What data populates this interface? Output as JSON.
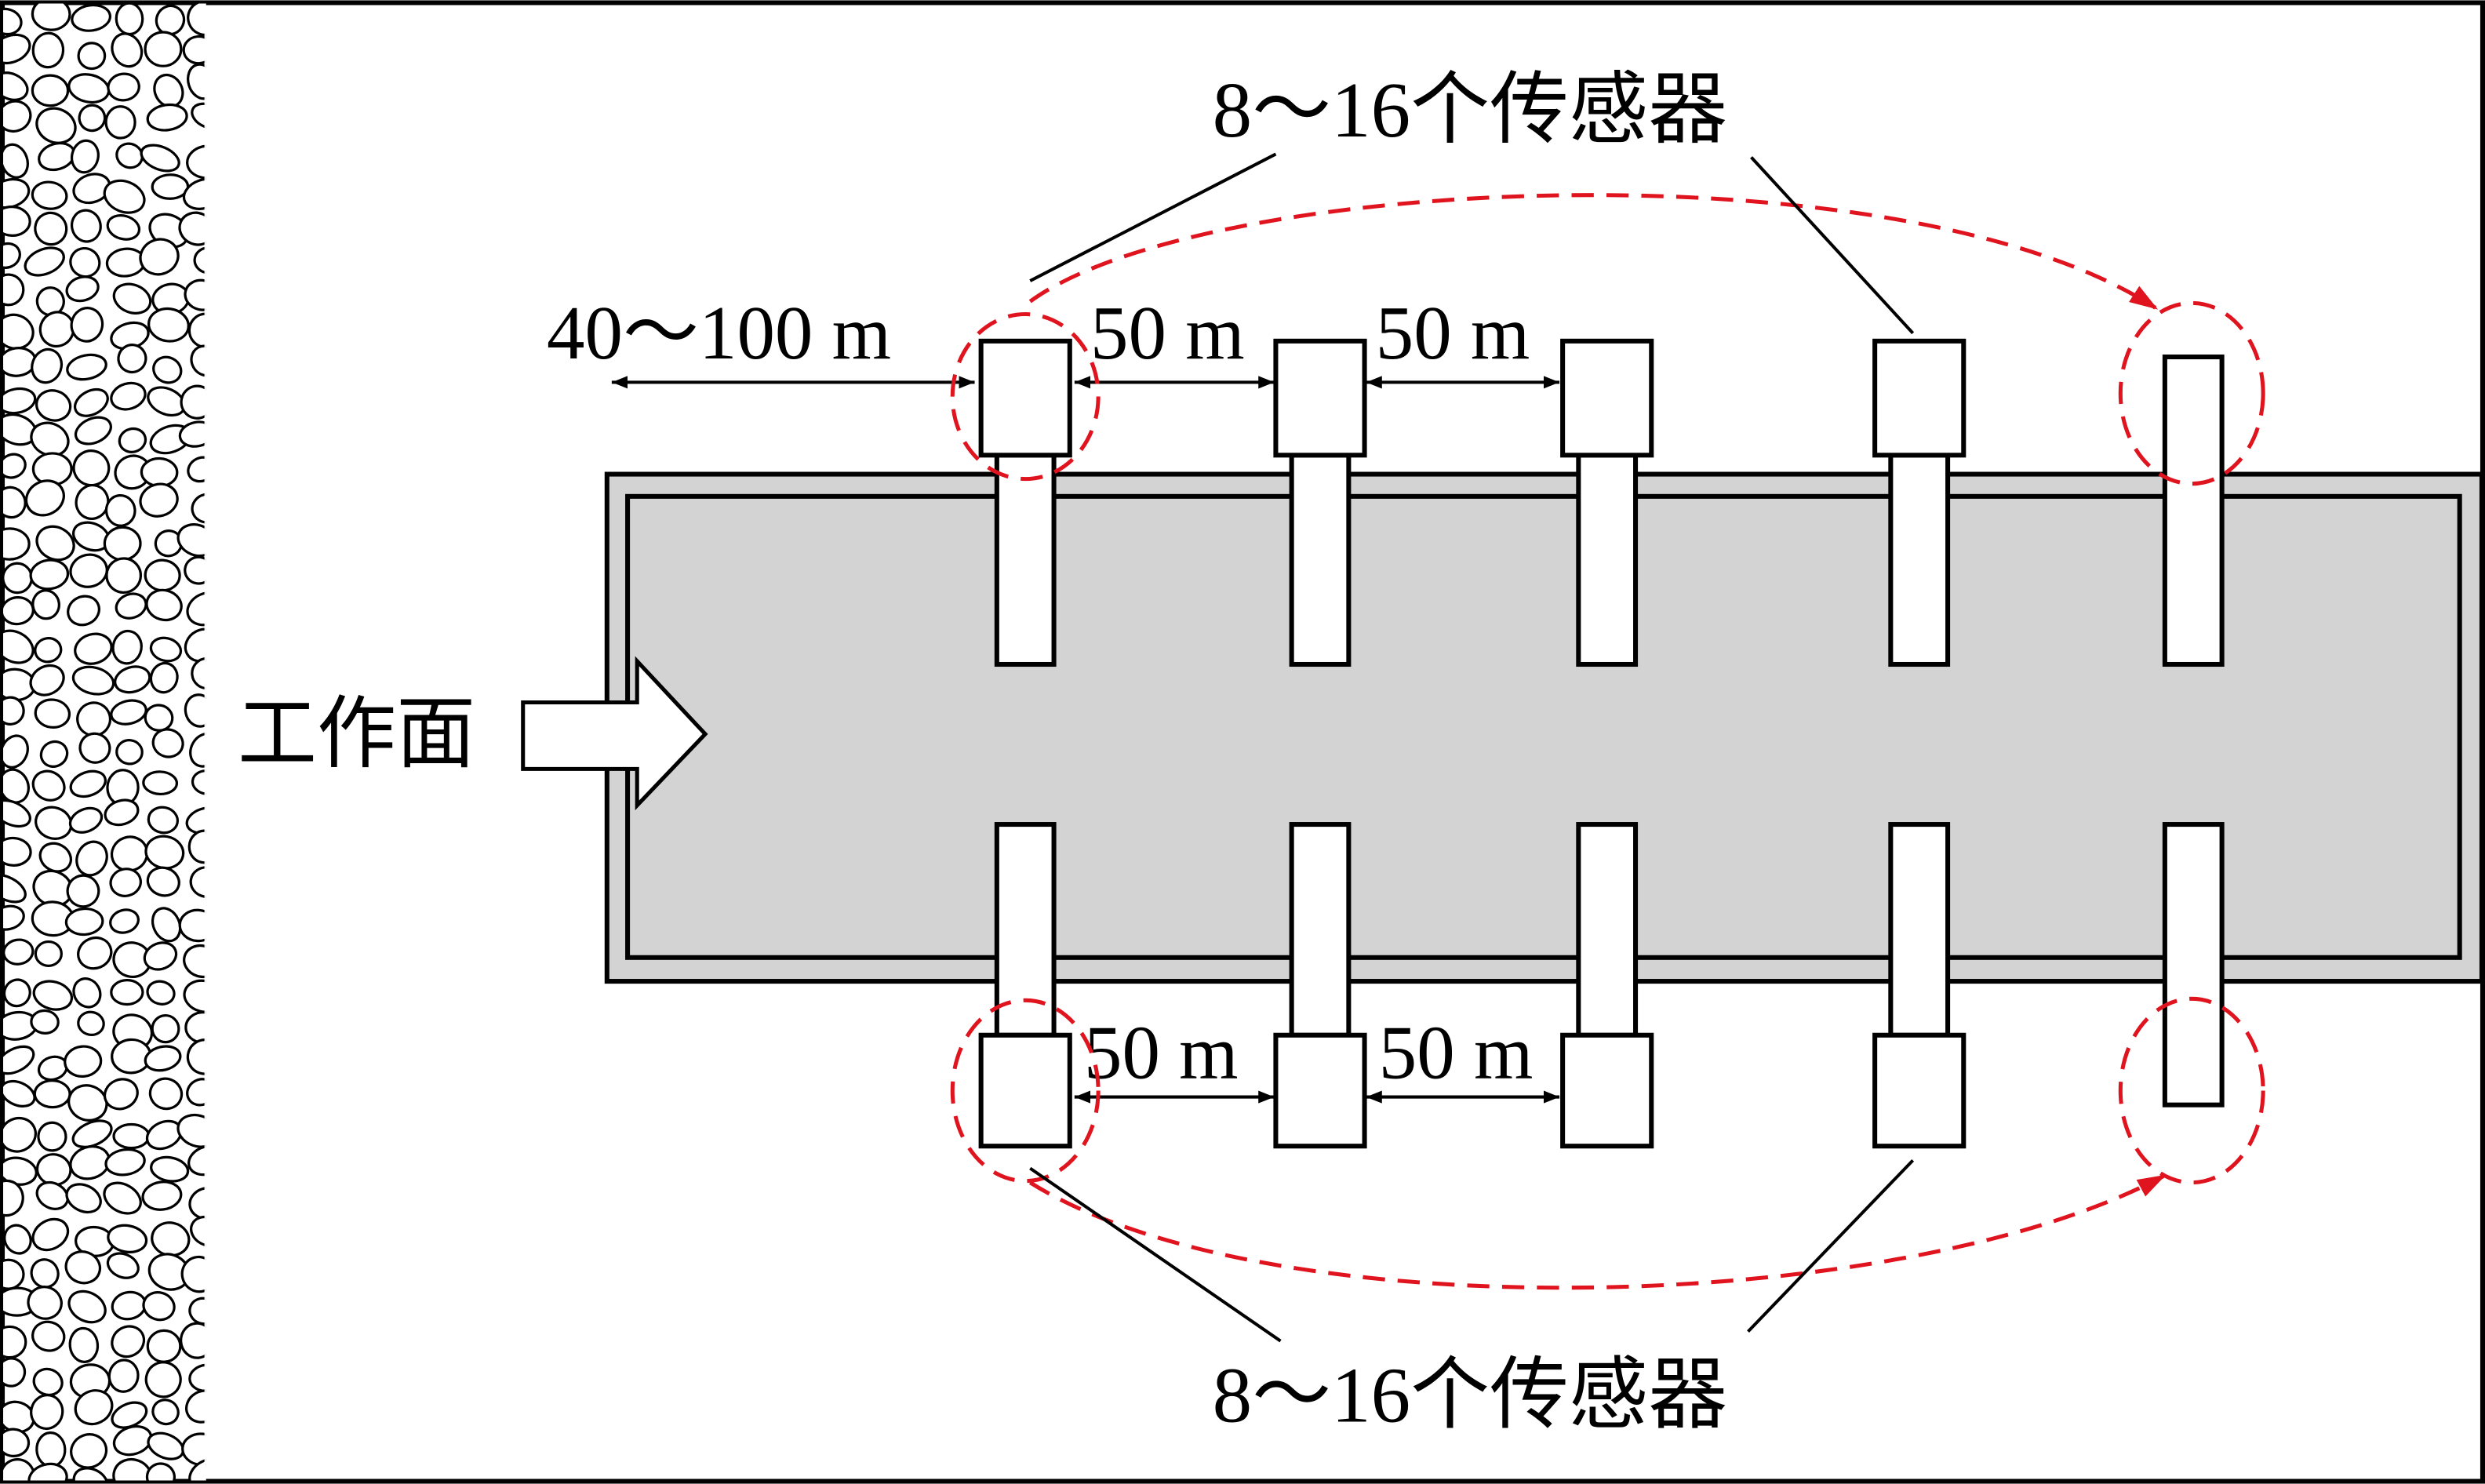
{
  "labels": {
    "working_face": "工作面",
    "sensors_top": "8～16个传感器",
    "sensors_bottom": "8～16个传感器",
    "dim_first": "40～100 m",
    "dim_top_1": "50 m",
    "dim_top_2": "50 m",
    "dim_bottom_1": "50 m",
    "dim_bottom_2": "50 m"
  },
  "colors": {
    "tunnel_fill": "#d3d3d3",
    "highlight": "#e0141e",
    "stroke": "#000000"
  }
}
